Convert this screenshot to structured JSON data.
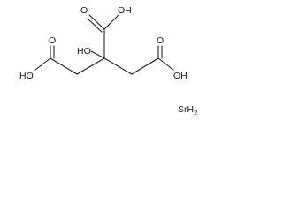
{
  "structure": {
    "labels": {
      "top_carbonyl_o": "O",
      "top_hydroxyl": "OH",
      "center_hydroxyl": "HO",
      "left_carbonyl_o": "O",
      "left_hydroxyl": "HO",
      "right_carbonyl_o": "O",
      "right_hydroxyl": "OH"
    },
    "counter_ion": {
      "element": "SrH",
      "subscript": "2"
    }
  }
}
